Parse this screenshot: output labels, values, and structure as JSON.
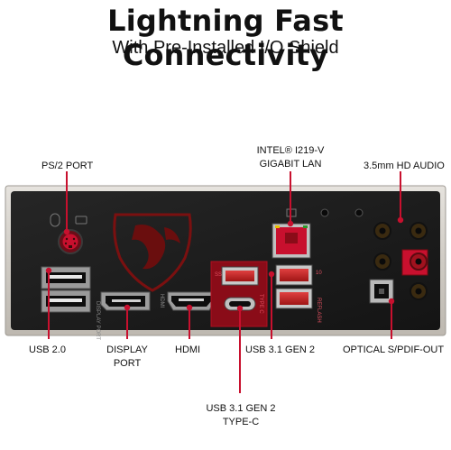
{
  "header": {
    "title": "Lightning Fast Connectivity",
    "subtitle": "With Pre-Installed I/O Shield"
  },
  "labels": {
    "ps2": "PS/2 PORT",
    "lan_line1": "INTEL® I219-V",
    "lan_line2": "GIGABIT LAN",
    "audio": "3.5mm HD AUDIO",
    "usb20": "USB 2.0",
    "display_line1": "DISPLAY",
    "display_line2": "PORT",
    "hdmi": "HDMI",
    "usb31gen2": "USB 3.1 GEN 2",
    "usbc_line1": "USB 3.1 GEN 2",
    "usbc_line2": "TYPE-C",
    "optical": "OPTICAL S/PDIF-OUT"
  },
  "panel_text": {
    "display_port": "DISPLAY PORT",
    "hdmi": "HDMI",
    "type_c": "TYPE C",
    "ss": "SS",
    "ss10": "10",
    "reflash": "REFLASH"
  },
  "colors": {
    "accent_red": "#c8102e",
    "panel_dark": "#1c1c1c",
    "shield_silver": "#d6d3ce"
  }
}
